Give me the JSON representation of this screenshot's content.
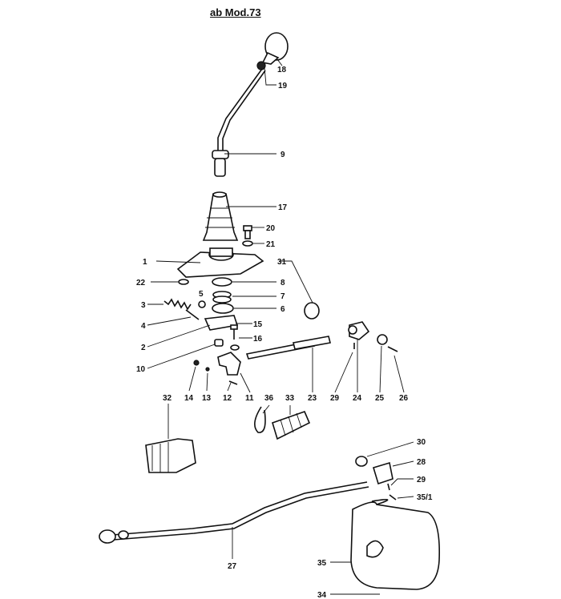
{
  "title": "ab Mod.73",
  "labels": {
    "l18": "18",
    "l19": "19",
    "l9": "9",
    "l17": "17",
    "l20": "20",
    "l21": "21",
    "l1": "1",
    "l31": "31",
    "l22": "22",
    "l8": "8",
    "l5": "5",
    "l7": "7",
    "l3": "3",
    "l6": "6",
    "l4": "4",
    "l15": "15",
    "l2": "2",
    "l16": "16",
    "l10": "10",
    "l14": "14",
    "l13": "13",
    "l12": "12",
    "l11": "11",
    "l23": "23",
    "l29a": "29",
    "l24": "24",
    "l25": "25",
    "l26": "26",
    "l32": "32",
    "l36": "36",
    "l33": "33",
    "l30": "30",
    "l28": "28",
    "l29b": "29",
    "l35_1": "35/1",
    "l27": "27",
    "l35": "35",
    "l34": "34"
  }
}
